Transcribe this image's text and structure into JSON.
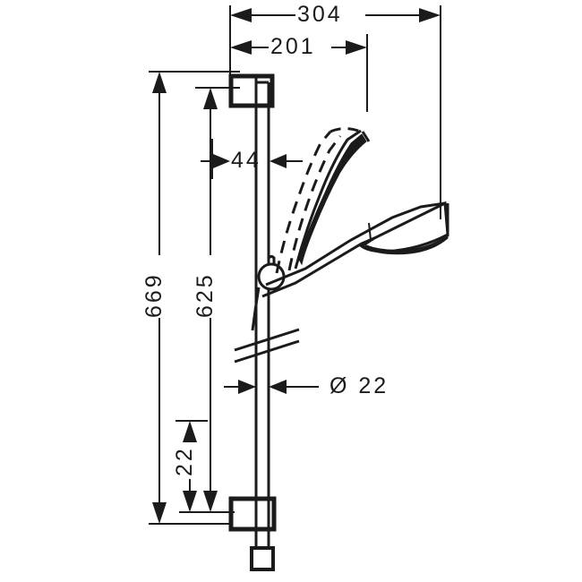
{
  "drawing": {
    "title": "Shower set technical drawing",
    "units": "mm",
    "line_color": "#1b1b1b",
    "background": "#ffffff",
    "fill_color": "#1b1b1b"
  },
  "dimensions": {
    "overall_width": "304",
    "bracket_projection": "201",
    "bracket_depth": "44",
    "overall_height": "669",
    "bar_height": "625",
    "bottom_offset": "22",
    "bar_diameter": "Ø 22"
  },
  "components": {
    "wall_bar": "wall-bar",
    "top_bracket": "top-wall-bracket",
    "bottom_bracket": "bottom-wall-bracket",
    "slider_holder": "slider-holder",
    "handshower": "handshower",
    "handshower_ghost": "handshower-alternate-position",
    "hose_outlet": "hose-outlet",
    "break_symbol": "break-symbol"
  }
}
